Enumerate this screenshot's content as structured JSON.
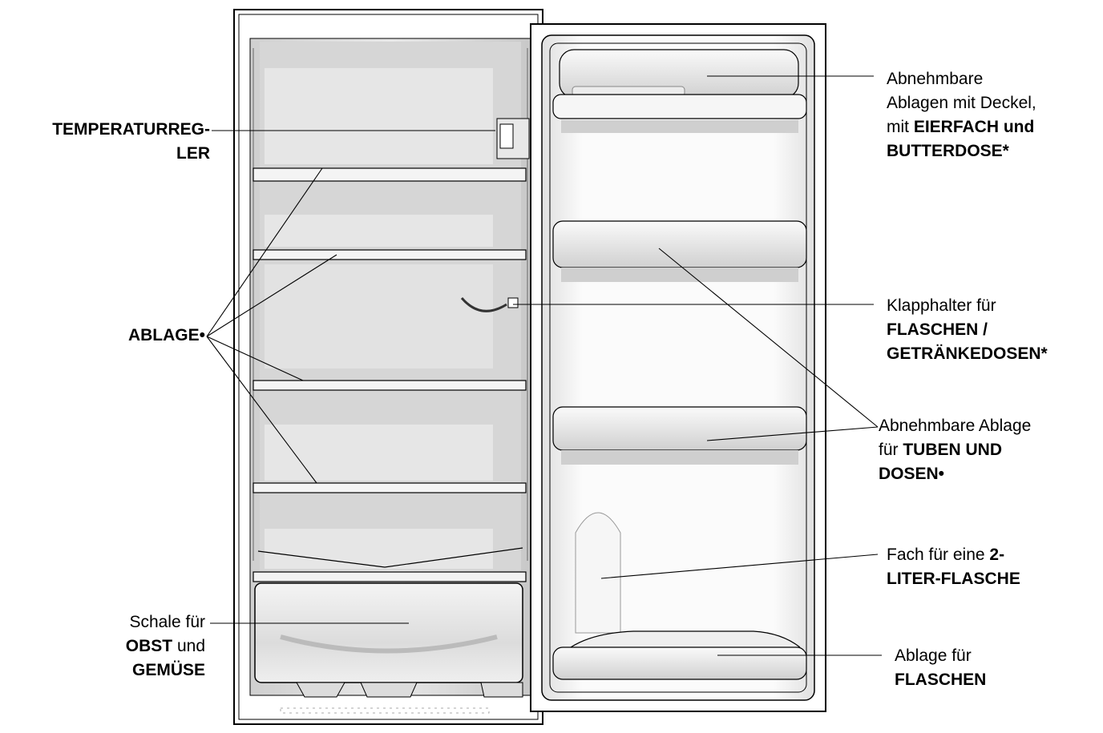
{
  "labels": {
    "temperature_control": {
      "bold1": "TEMPERATURREG-",
      "bold2": "LER"
    },
    "shelf": {
      "bold": "ABLAGE•"
    },
    "crisper": {
      "line1": "Schale für",
      "bold_obst": "OBST",
      "und": " und",
      "bold_gemuese": "GEMÜSE"
    },
    "door_shelves_lid": {
      "line1": "Abnehmbare",
      "line2": "Ablagen mit Deckel,",
      "mit": "mit ",
      "bold_eierfach": "EIERFACH und",
      "bold_butter": "BUTTERDOSE*"
    },
    "bottle_holder": {
      "line1": "Klapphalter für",
      "bold1": "FLASCHEN /",
      "bold2": "GETRÄNKEDOSEN*"
    },
    "tubes_shelf": {
      "line1": "Abnehmbare Ablage",
      "fuer": "für ",
      "bold1": "TUBEN UND",
      "bold2": "DOSEN•"
    },
    "two_liter": {
      "line1": "Fach für eine ",
      "bold1": "2-",
      "bold2": "LITER-FLASCHE"
    },
    "bottle_shelf": {
      "line1": "Ablage für",
      "bold1": "FLASCHEN"
    }
  },
  "colors": {
    "line": "#000000",
    "interior": "#d8d8d8",
    "shelf": "#f2f2f2",
    "door_bin": "#e6e6e6"
  }
}
